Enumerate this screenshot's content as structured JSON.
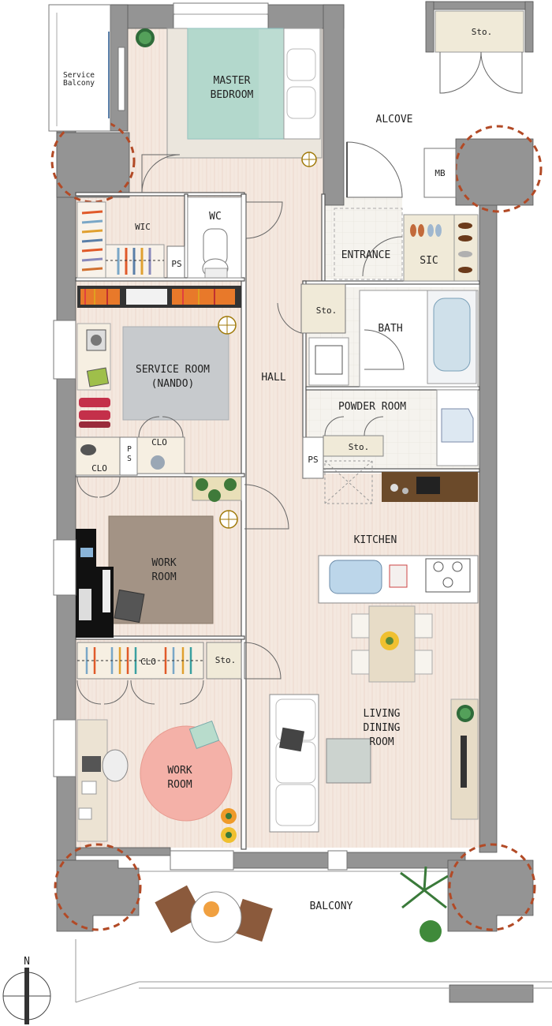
{
  "rooms": {
    "master_bedroom": [
      "MASTER",
      "BEDROOM"
    ],
    "service_balcony": [
      "Service",
      "Balcony"
    ],
    "alcove": "ALCOVE",
    "wic": "WIC",
    "wc": "WC",
    "ps_1": "PS",
    "mb": "MB",
    "entrance": "ENTRANCE",
    "sic": "SIC",
    "sto_top": "Sto.",
    "sto_hall": "Sto.",
    "bath": "BATH",
    "service_room": [
      "SERVICE ROOM",
      "(NANDO)"
    ],
    "hall": "HALL",
    "powder_room": "POWDER ROOM",
    "sto_powder": "Sto.",
    "ps_2": "PS",
    "clo_1": "CLO",
    "ps_3": "PS",
    "clo_2": "CLO",
    "kitchen": "KITCHEN",
    "work_room_1": [
      "WORK",
      "ROOM"
    ],
    "clo_3": "CLO",
    "sto_work": "Sto.",
    "living": [
      "LIVING",
      "DINING",
      "ROOM"
    ],
    "work_room_2": [
      "WORK",
      "ROOM"
    ],
    "balcony": "BALCONY"
  },
  "compass": {
    "north_label": "N"
  },
  "colors": {
    "wall": "#949494",
    "floor_wood": "#f4e8df",
    "floor_tile": "#f2efe8",
    "rug_grey": "#c7cacd",
    "rug_brown": "#a39385",
    "rug_pink": "#f4b1a8",
    "bed": "#bcdcd2",
    "column_dash": "#b24a26"
  }
}
